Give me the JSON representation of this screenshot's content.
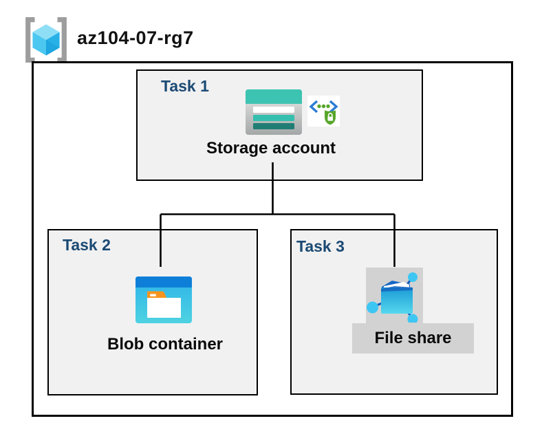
{
  "diagram": {
    "resource_group": {
      "name": "az104-07-rg7",
      "icon": "azure-resource-group-icon"
    },
    "tasks": [
      {
        "label": "Task 1",
        "resource_label": "Storage account",
        "icons": [
          "storage-account-icon",
          "secure-endpoint-shield-icon"
        ]
      },
      {
        "label": "Task 2",
        "resource_label": "Blob container",
        "icons": [
          "blob-container-icon"
        ]
      },
      {
        "label": "Task 3",
        "resource_label": "File share",
        "icons": [
          "file-share-icon"
        ],
        "highlighted": true
      }
    ],
    "connections": [
      {
        "from": "Storage account",
        "to": "Blob container"
      },
      {
        "from": "Storage account",
        "to": "File share"
      }
    ],
    "colors": {
      "task_label": "#1b4a73",
      "box_fill": "#f1f1f2",
      "box_border": "#000000",
      "teal_primary": "#3cc3b1",
      "teal_dark": "#217d73",
      "blue_bar": "#0e7fd9",
      "cyan_body": "#35bce9",
      "orange_tab": "#f7941e",
      "green_shield": "#57a62a",
      "blue_chevron": "#2b7cd3",
      "highlight_gray": "#d2d2d2",
      "bracket_gray": "#9d9d9d"
    }
  }
}
